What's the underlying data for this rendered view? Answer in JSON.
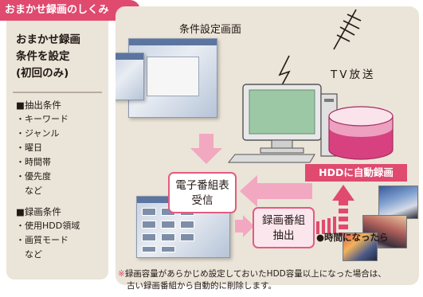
{
  "title": "おまかせ録画のしくみ",
  "left_panel": {
    "setup_lines": [
      "おまかせ録画",
      "条件を設定",
      "(初回のみ)"
    ],
    "extract_conditions": {
      "heading": "■抽出条件",
      "items": [
        "・キーワード",
        "・ジャンル",
        "・曜日",
        "・時間帯",
        "・優先度",
        "　など"
      ]
    },
    "record_conditions": {
      "heading": "■録画条件",
      "items": [
        "・使用HDD領域",
        "・画質モード",
        "　など"
      ]
    }
  },
  "diagram": {
    "settings_screen_label": "条件設定画面",
    "tv_broadcast_label": "TV放送",
    "hdd_auto_record_label": "HDDに自動録画",
    "epg_box": {
      "line1": "電子番組表",
      "line2": "受信"
    },
    "record_box": {
      "line1": "録画番組",
      "line2": "抽出"
    },
    "time_trigger_label": "●時間になったら"
  },
  "footnote": {
    "mark": "※",
    "line1": "録画容量があらかじめ設定しておいたHDD容量以上になった場合は、",
    "line2": "古い録画番組から自動的に削除します。"
  },
  "colors": {
    "accent": "#e04a6f",
    "arrow": "#f2a8c0",
    "panel_bg": "#ebe4d8",
    "box_border": "#e35c80"
  },
  "icons": [
    "antenna-icon",
    "lightning-icon",
    "pc-monitor-icon",
    "hdd-cylinder-icon"
  ]
}
